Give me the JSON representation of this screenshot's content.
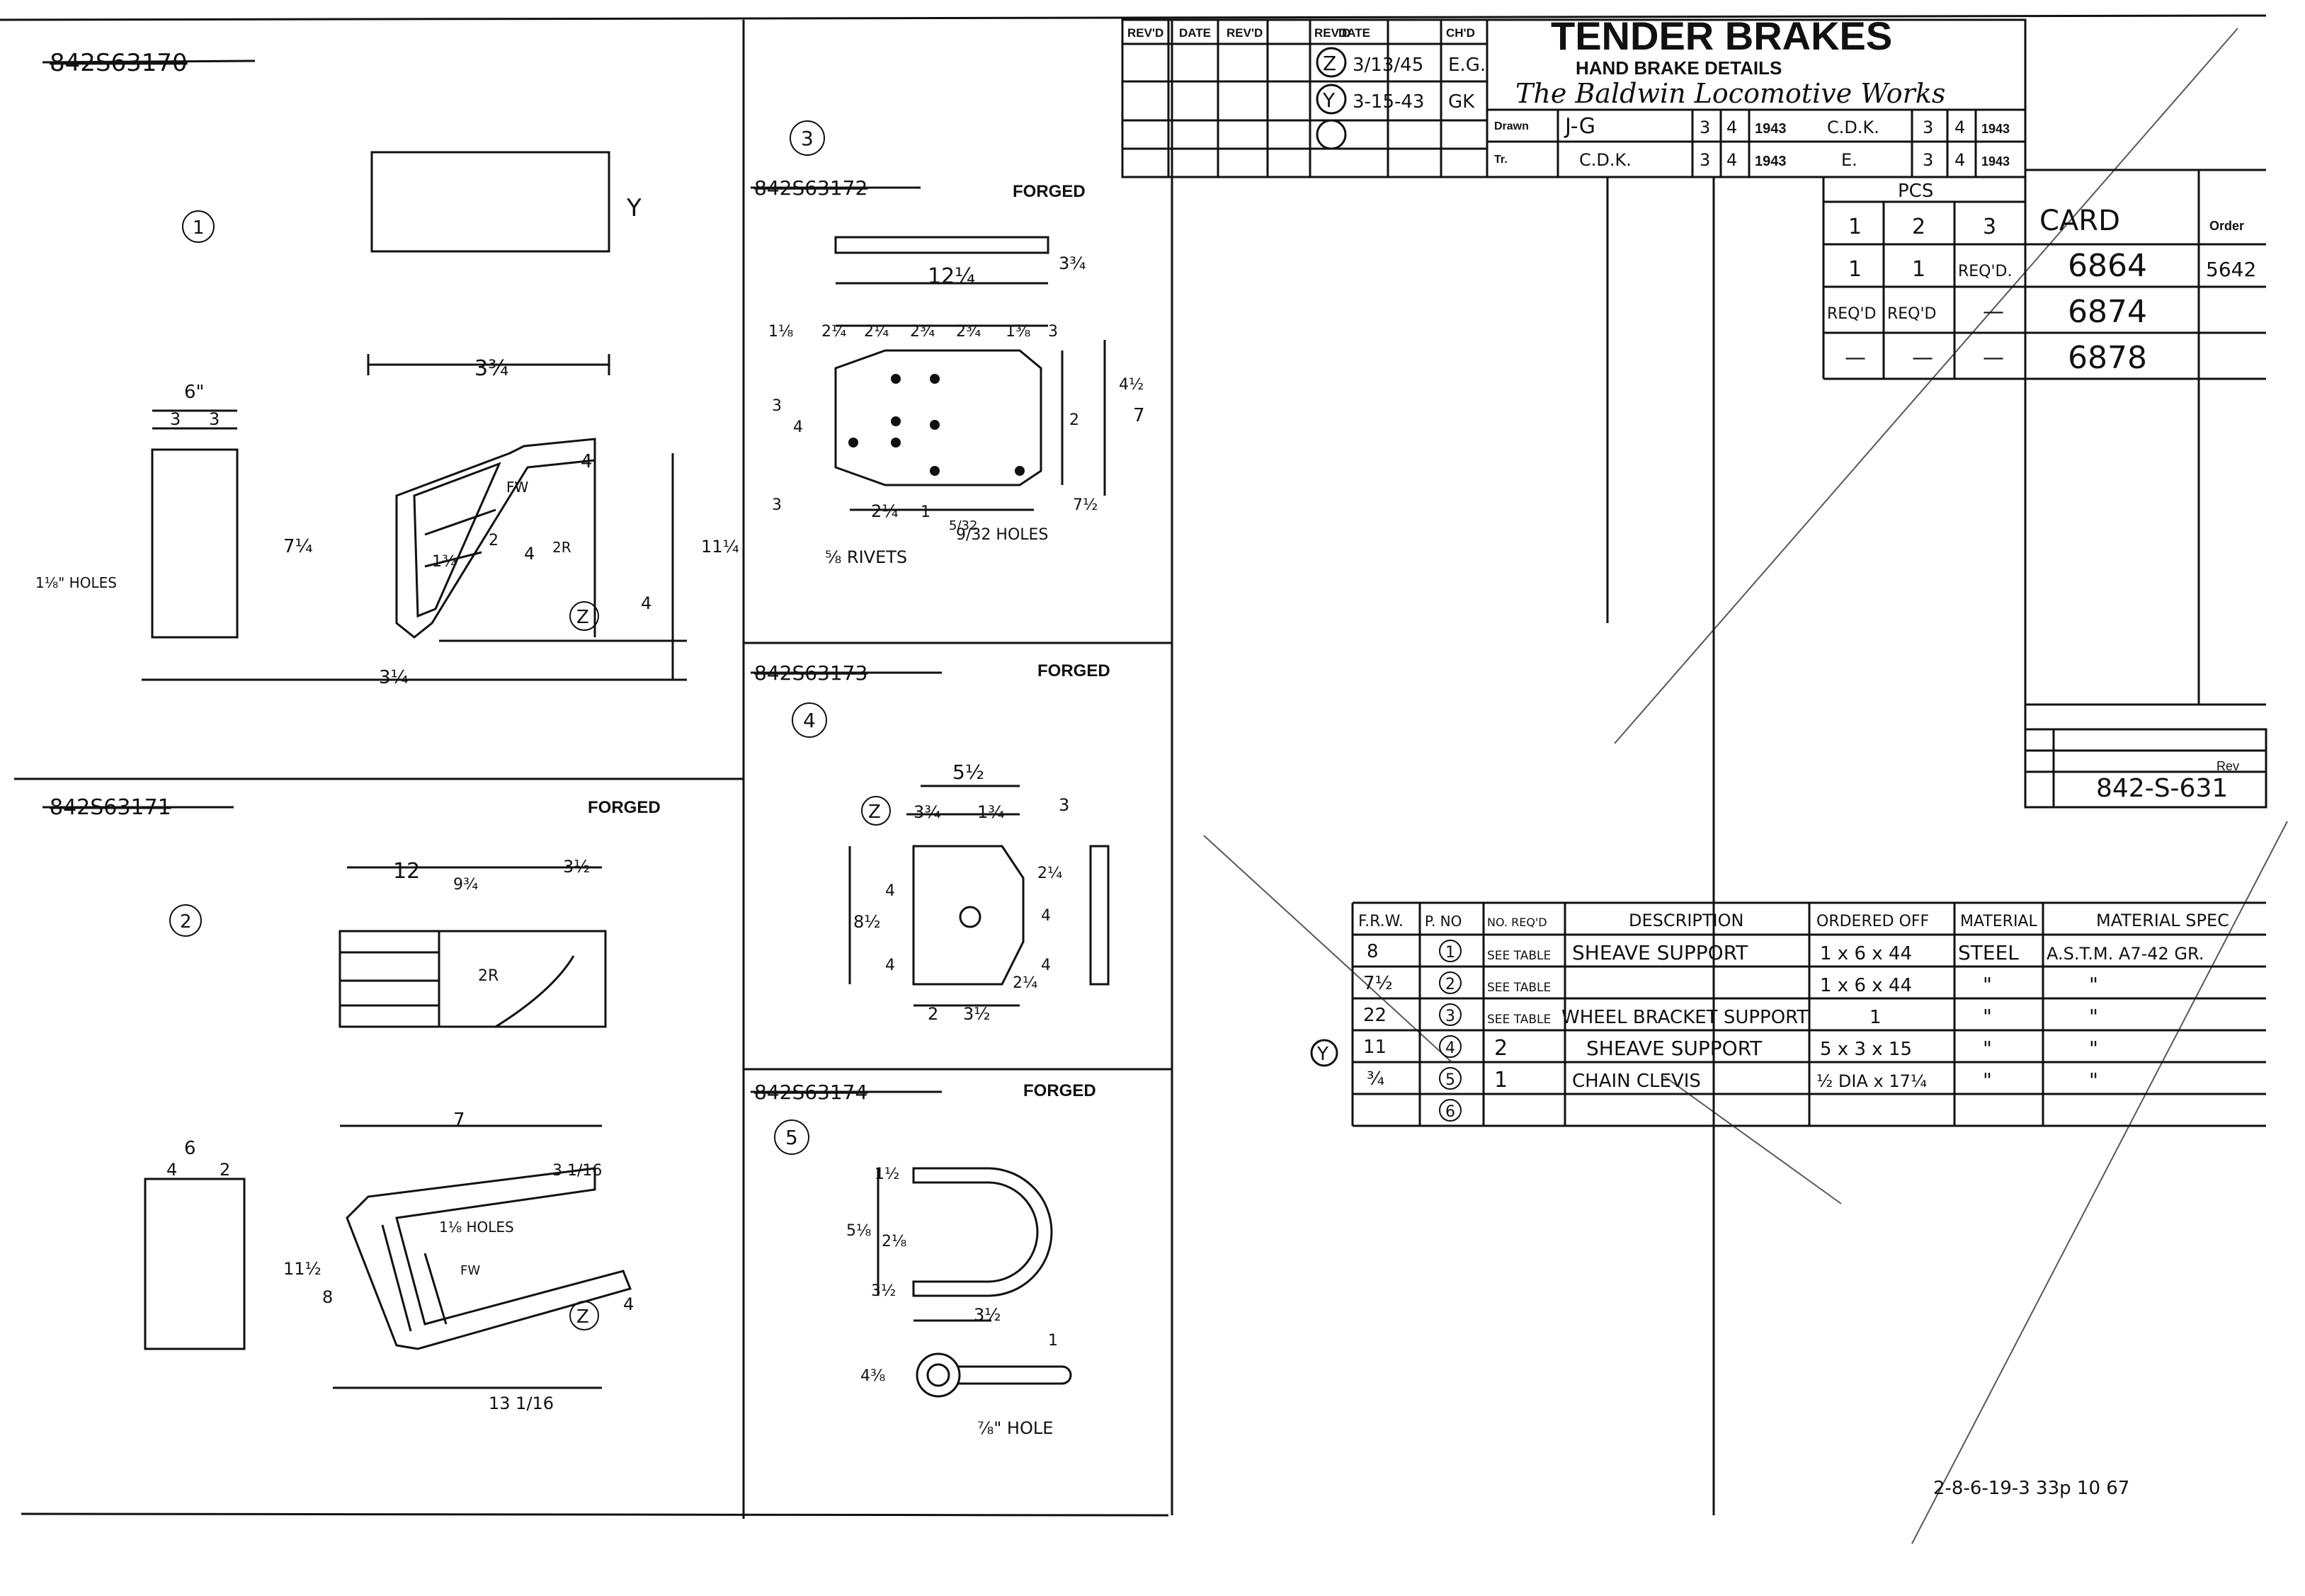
{
  "title_block": {
    "revision_headers": [
      "REV'D",
      "DATE",
      "REV'D",
      "REV'D",
      "DATE",
      "CH'D"
    ],
    "rev_z_letter": "Z",
    "rev_z_date": "3/13/45",
    "rev_z_by": "E.G.",
    "rev_y_letter": "Y",
    "rev_y_date": "3-15-43",
    "rev_y_by": "GK",
    "title": "TENDER BRAKES",
    "subtitle": "HAND BRAKE DETAILS",
    "company": "The Baldwin Locomotive Works",
    "drawn_label": "Drawn",
    "drawn_by": "J-G",
    "drawn_month": "3",
    "drawn_day": "4",
    "drawn_year": "1943",
    "checked_label": "Ch'd",
    "checked_by": "C.D.K.",
    "checked_month": "3",
    "checked_day": "4",
    "checked_year": "1943",
    "traced_label": "Tr.",
    "traced_by": "C.D.K.",
    "traced_month": "3",
    "traced_day": "4",
    "traced_year": "1943",
    "traced_checked_by": "E.",
    "tc_month": "3",
    "tc_day": "4",
    "tc_year": "1943"
  },
  "pcs_table": {
    "header": "PCS",
    "columns": [
      "1",
      "2",
      "3"
    ],
    "card_header": "CARD",
    "order_header": "Order",
    "rows": [
      {
        "c1": "1",
        "c2": "1",
        "c3": "REQ'D.",
        "card": "6864",
        "order": "5642"
      },
      {
        "c1": "REQ'D",
        "c2": "REQ'D",
        "c3": "—",
        "card": "6874",
        "order": ""
      },
      {
        "c1": "—",
        "c2": "—",
        "c3": "—",
        "card": "6878",
        "order": ""
      }
    ]
  },
  "drawing_number_block": {
    "label_rev": "Rev",
    "number": "842-S-631"
  },
  "parts_table": {
    "headers": [
      "F.R.W.",
      "P. NO",
      "NO. REQ'D",
      "DESCRIPTION",
      "ORDERED OFF",
      "MATERIAL",
      "MATERIAL SPEC"
    ],
    "rows": [
      {
        "frw": "8",
        "pno": "1",
        "req": "SEE TABLE",
        "desc": "SHEAVE SUPPORT",
        "ordered": "1 x 6 x 44",
        "material": "STEEL",
        "spec": "A.S.T.M. A7-42 GR."
      },
      {
        "frw": "7½",
        "pno": "2",
        "req": "SEE TABLE",
        "desc": "",
        "ordered": "1 x 6 x 44",
        "material": "\"",
        "spec": "\""
      },
      {
        "frw": "22",
        "pno": "3",
        "req": "SEE TABLE",
        "desc": "WHEEL BRACKET SUPPORT",
        "ordered": "1",
        "material": "\"",
        "spec": "\""
      },
      {
        "frw": "11",
        "pno": "4",
        "req": "2",
        "desc": "SHEAVE SUPPORT",
        "ordered": "5 x 3 x 15",
        "material": "\"",
        "spec": "\""
      },
      {
        "frw": "¾",
        "pno": "5",
        "req": "1",
        "desc": "CHAIN CLEVIS",
        "ordered": "½ DIA x 17¼",
        "material": "\"",
        "spec": "\""
      },
      {
        "frw": "",
        "pno": "6",
        "req": "",
        "desc": "",
        "ordered": "",
        "material": "",
        "spec": ""
      }
    ],
    "rev_marker": "Y"
  },
  "views": {
    "part1": {
      "number_struck": "842S63170",
      "circle": "1",
      "rev": "Y",
      "dims": [
        "6\"",
        "3",
        "3",
        "3¾",
        "4",
        "7¼",
        "1⅛\" HOLES",
        "3¼",
        "FW",
        "1¾",
        "2",
        "4",
        "4",
        "2R",
        "11¼"
      ],
      "rev_circle": "Z"
    },
    "part2": {
      "number_struck": "842S63171",
      "label": "FORGED",
      "circle": "2",
      "dims": [
        "12",
        "3½",
        "9¾",
        "2R",
        "6",
        "4",
        "2",
        "7",
        "3 1/16",
        "11½",
        "1⅛ HOLES",
        "FW",
        "13 1/16",
        "8",
        "4"
      ],
      "rev_circle": "Z"
    },
    "part3": {
      "number_struck": "842S63172",
      "label": "FORGED",
      "circle": "3",
      "dims": [
        "12¼",
        "3¾",
        "1⅛",
        "2¼",
        "2¼",
        "2¾",
        "2¾",
        "1⅜",
        "3",
        "7",
        "3",
        "4",
        "2",
        "4½",
        "7½",
        "2¼",
        "3",
        "5/32",
        "9/32 HOLES",
        "1"
      ],
      "rivets": "⅝ RIVETS"
    },
    "part4": {
      "number_struck": "842S63173",
      "label": "FORGED",
      "circle": "4",
      "rev_circle": "Z",
      "dims": [
        "5½",
        "3¾",
        "1¾",
        "3",
        "8½",
        "4",
        "4",
        "2¼",
        "4",
        "4",
        "2",
        "3½",
        "2¼"
      ]
    },
    "part5": {
      "number_struck": "842S63174",
      "label": "FORGED",
      "circle": "5",
      "dims": [
        "1½",
        "5⅛",
        "2⅛",
        "3½",
        "3½",
        "4⅜",
        "1",
        "⅞\" HOLE"
      ]
    }
  },
  "footer": {
    "stamp": "2-8-6-19-3  33p 10 67"
  }
}
